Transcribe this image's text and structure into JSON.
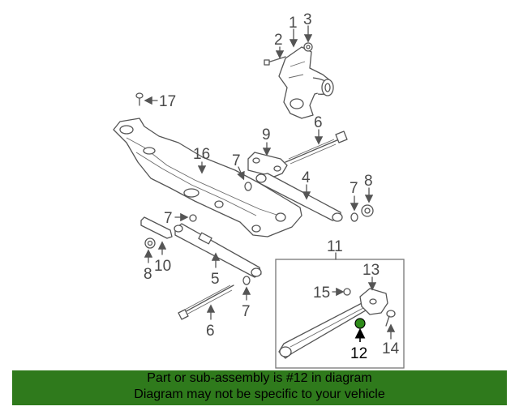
{
  "diagram": {
    "callouts": {
      "c1": "1",
      "c2": "2",
      "c3": "3",
      "c4": "4",
      "c5": "5",
      "c6a": "6",
      "c6b": "6",
      "c7a": "7",
      "c7b": "7",
      "c7c": "7",
      "c7d": "7",
      "c8a": "8",
      "c8b": "8",
      "c9": "9",
      "c10": "10",
      "c11": "11",
      "c12": "12",
      "c13": "13",
      "c14": "14",
      "c15": "15",
      "c16": "16",
      "c17": "17"
    },
    "highlight_color": "#2e8b1a"
  },
  "footer": {
    "line1": "Part or sub-assembly is #12 in diagram",
    "line2": "Diagram may not be specific to your vehicle",
    "background": "#2f7a1c"
  }
}
